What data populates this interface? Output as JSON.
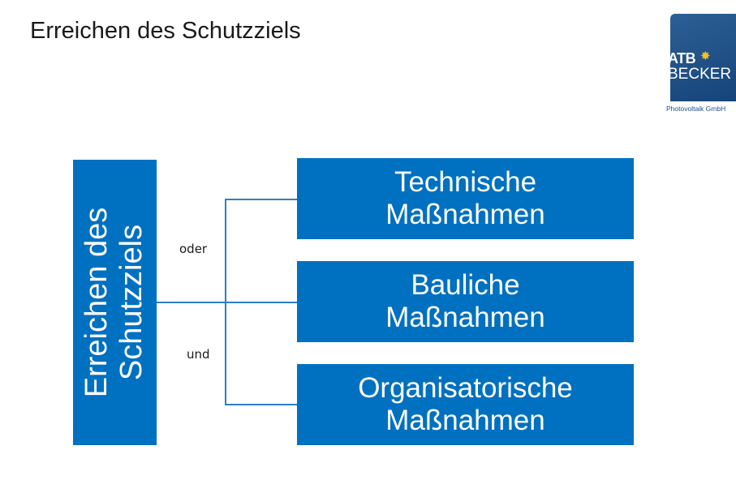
{
  "slide": {
    "title": "Erreichen des Schutzziels"
  },
  "logo": {
    "line1": "ATB",
    "line2": "BECKER",
    "subtitle": "Photovoltaik GmbH",
    "colors": {
      "tile": "#1f4f86",
      "sun": "#f5c21b"
    }
  },
  "diagram": {
    "root": {
      "line1": "Erreichen des",
      "line2": "Schutzziels"
    },
    "connectors": {
      "upper_label": "oder",
      "lower_label": "und"
    },
    "nodes": [
      {
        "line1": "Technische",
        "line2": "Maßnahmen"
      },
      {
        "line1": "Bauliche",
        "line2": "Maßnahmen"
      },
      {
        "line1": "Organisatorische",
        "line2": "Maßnahmen"
      }
    ],
    "colors": {
      "box": "#0070c0",
      "line": "#2f7fc4",
      "box_text": "#ffffff"
    }
  }
}
